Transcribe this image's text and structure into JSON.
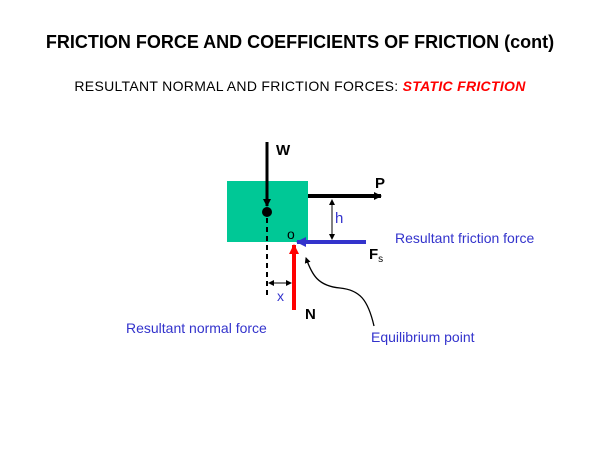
{
  "title": "FRICTION FORCE AND COEFFICIENTS OF FRICTION (cont)",
  "subtitle": {
    "prefix": "RESULTANT NORMAL AND FRICTION FORCES: ",
    "highlight": "STATIC FRICTION"
  },
  "diagram": {
    "weight_label": "W",
    "push_label": "P",
    "height_label": "h",
    "point_label": "o",
    "friction_label": "F",
    "friction_subscript": "s",
    "normal_label": "N",
    "offset_label": "x",
    "friction_caption": "Resultant friction force",
    "normal_caption": "Resultant normal force",
    "equilibrium_caption": "Equilibrium point"
  },
  "colors": {
    "block": "#00c896",
    "friction": "#3333cc",
    "normal": "#ff0000",
    "caption": "#3333cc",
    "accent": "#ff0000"
  }
}
